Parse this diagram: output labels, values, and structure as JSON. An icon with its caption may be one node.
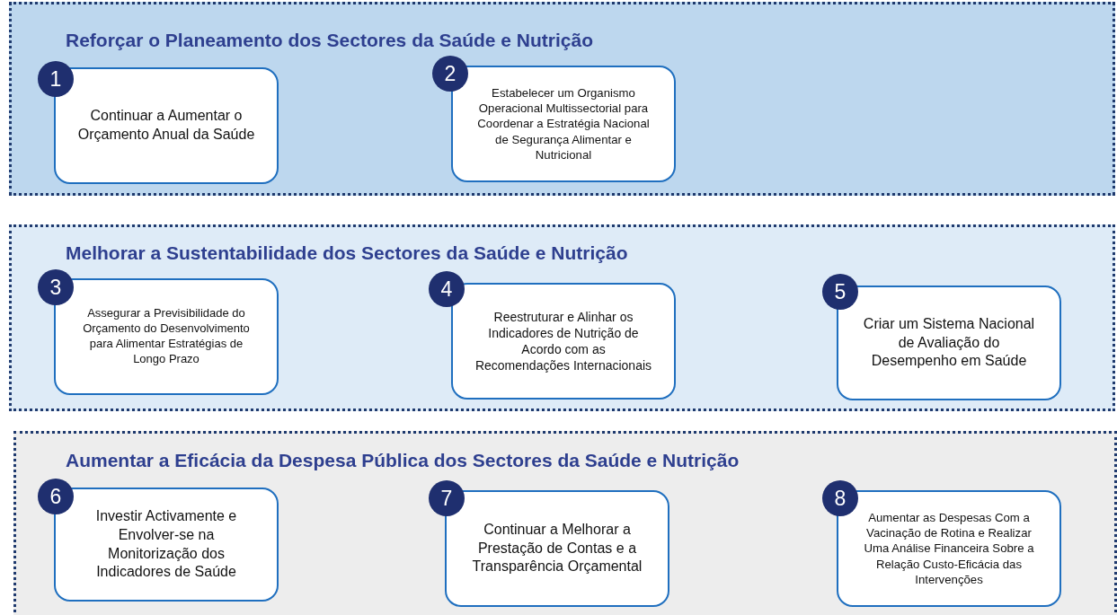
{
  "diagram": {
    "nodes": [
      {
        "text": [
          "Reforçar o Planeamento dos Sectores da Saúde e Nutrição"
        ]
      },
      {
        "text": [
          "1"
        ],
        "in": 0
      },
      {
        "text": [
          "Continuar a Aumentar o Orçamento Anual da Saúde"
        ],
        "in": 0
      },
      {
        "text": [
          "2"
        ],
        "in": 0
      },
      {
        "text": [
          "Estabelecer um Organismo Operacional Multissectorial para Coordenar a Estratégia Nacional de Segurança Alimentar e Nutricional"
        ],
        "in": 0
      },
      {
        "text": [
          "Melhorar a Sustentabilidade dos Sectores da Saúde e Nutrição"
        ]
      },
      {
        "text": [
          "3"
        ],
        "in": 5
      },
      {
        "text": [
          "Assegurar a Previsibilidade do Orçamento do Desenvolvimento para Alimentar Estratégias de Longo Prazo"
        ],
        "in": 5
      },
      {
        "text": [
          "4"
        ],
        "in": 5
      },
      {
        "text": [
          "Reestruturar e Alinhar os Indicadores de Nutrição de Acordo com as Recomendações Internacionais"
        ],
        "in": 5
      },
      {
        "text": [
          "5"
        ],
        "in": 5
      },
      {
        "text": [
          "Criar um Sistema Nacional de Avaliação do Desempenho em Saúde"
        ],
        "in": 5
      },
      {
        "text": [
          "Aumentar a Eficácia da Despesa Pública dos Sectores da Saúde e Nutrição"
        ]
      },
      {
        "text": [
          "6"
        ],
        "in": 12
      },
      {
        "text": [
          "Investir Activamente e Envolver-se na Monitorização dos Indicadores de Saúde"
        ],
        "in": 12
      },
      {
        "text": [
          "7"
        ],
        "in": 12
      },
      {
        "text": [
          "Continuar a Melhorar a Prestação de Contas e a Transparência Orçamental"
        ],
        "in": 12
      },
      {
        "text": [
          "8"
        ],
        "in": 12
      },
      {
        "text": [
          "Aumentar as Despesas Com a Vacinação de Rotina e Realizar Uma Análise Financeira Sobre a Relação Custo-Eficácia das Intervenções"
        ],
        "in": 12
      }
    ]
  }
}
